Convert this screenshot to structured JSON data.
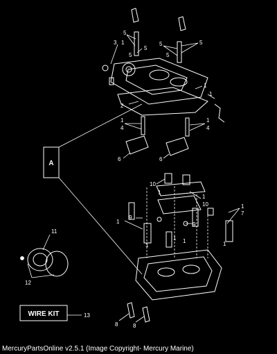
{
  "caption": "MercuryPartsOnline v2.5.1 (Image Copyright- Mercury Marine)",
  "section_box": "A",
  "wire_kit_box": "WIRE KIT",
  "callouts": {
    "c1a": "1",
    "c1b": "1",
    "c1c": "1",
    "c1d": "1",
    "c1e": "1",
    "c1f": "1",
    "c1g": "1",
    "c1h": "1",
    "c1i": "1",
    "c1j": "1",
    "c1k": "1",
    "c1l": "1",
    "c1m": "1",
    "c2": "2",
    "c3": "3",
    "c4a": "4",
    "c4b": "4",
    "c5a": "5",
    "c5b": "5",
    "c5c": "5",
    "c5d": "5",
    "c5e": "5",
    "c5f": "5",
    "c6a": "6",
    "c6b": "6",
    "c7": "7",
    "c8a": "8",
    "c8b": "8",
    "c9a": "9",
    "c9b": "9",
    "c10a": "10",
    "c10b": "10",
    "c11": "11",
    "c12": "12",
    "c13": "13"
  }
}
